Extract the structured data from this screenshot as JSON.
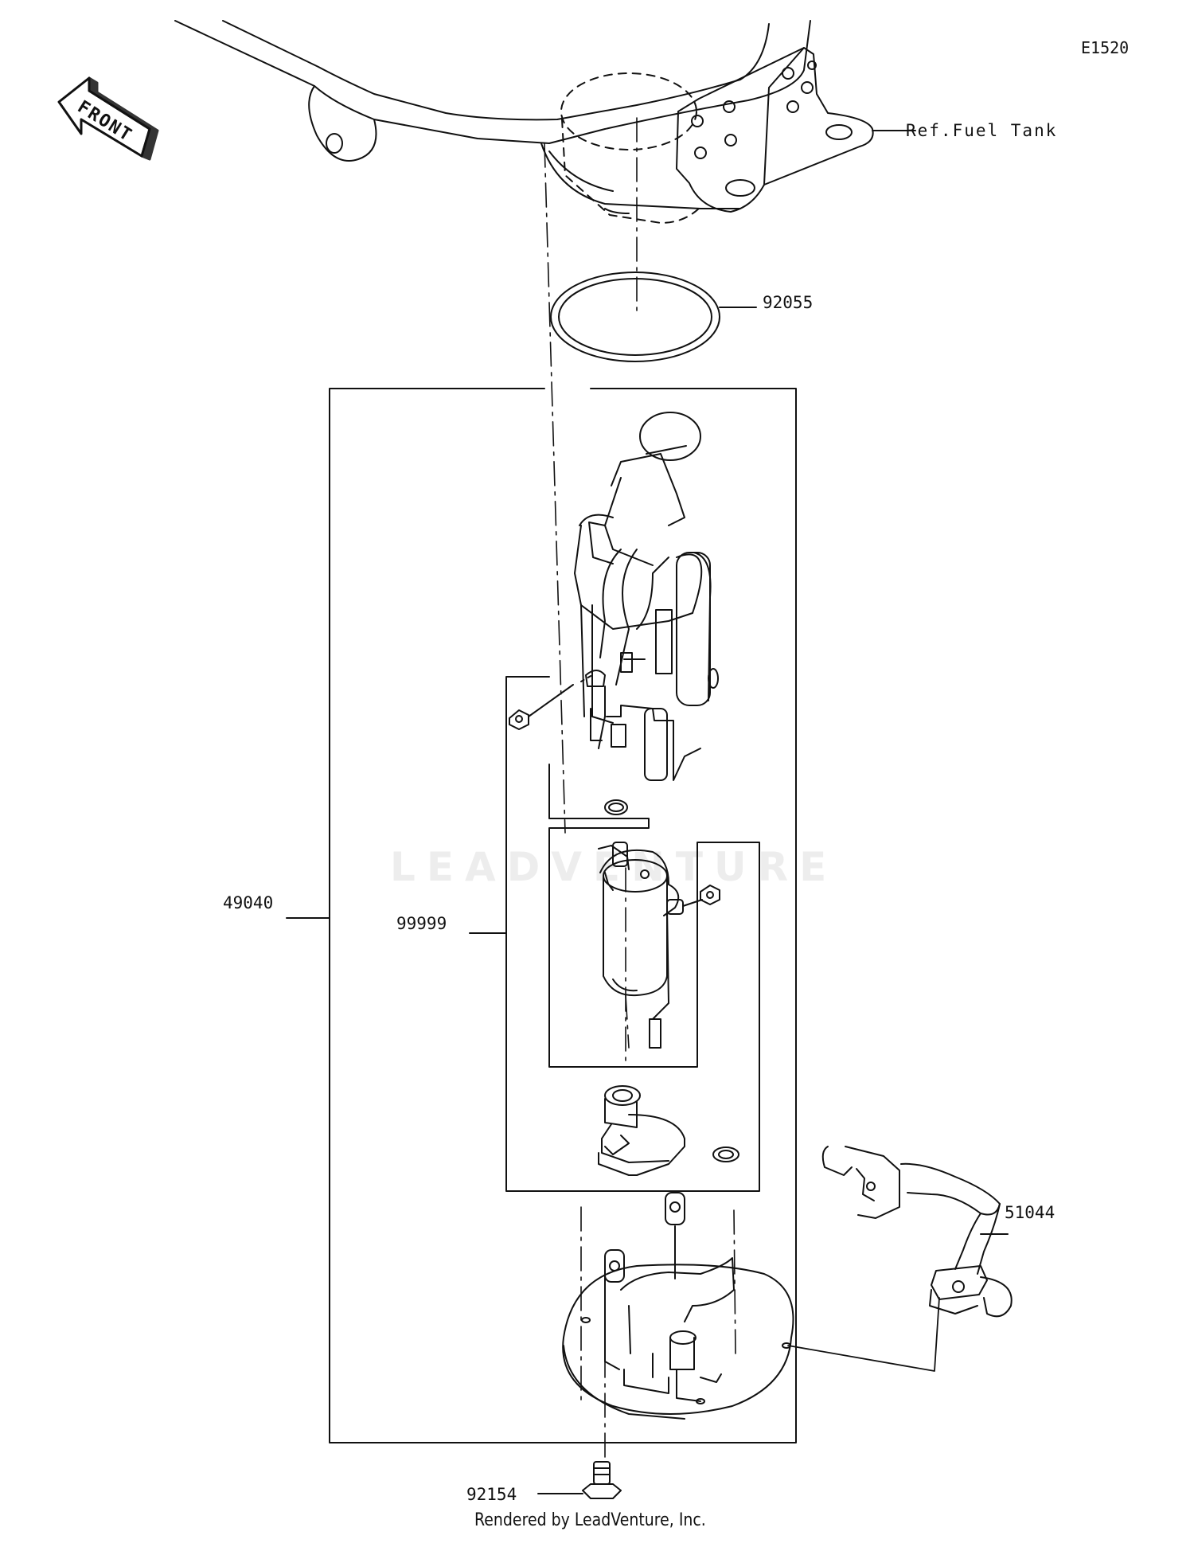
{
  "diagram_code": "E1520",
  "front_label": "FRONT",
  "ref_label": "Ref.Fuel Tank",
  "parts": {
    "oring": "92055",
    "pump_assembly": "49040",
    "pump_subset": "99999",
    "hose": "51044",
    "bolt": "92154"
  },
  "watermark": "LEADVENTURE",
  "footer": "Rendered by LeadVenture, Inc."
}
